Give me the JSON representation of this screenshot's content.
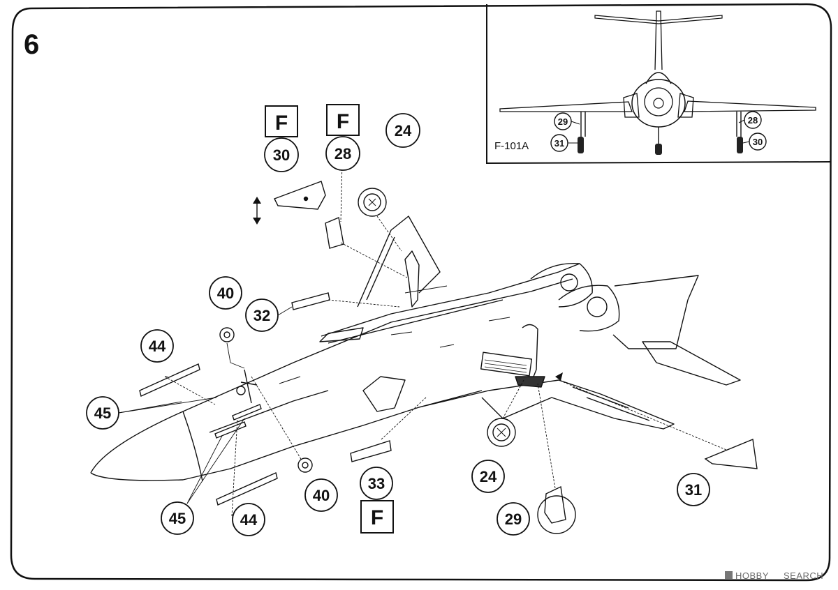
{
  "step_number": "6",
  "inset": {
    "variant_label": "F-101A",
    "callouts": [
      "29",
      "31",
      "28",
      "30"
    ]
  },
  "callouts": {
    "c30": "30",
    "c28": "28",
    "c24_top": "24",
    "c40_top": "40",
    "c32": "32",
    "c44_top": "44",
    "c45_left": "45",
    "c45_bottom": "45",
    "c44_bottom": "44",
    "c40_bottom": "40",
    "c33": "33",
    "c24_bottom": "24",
    "c29": "29",
    "c31": "31"
  },
  "fbox_labels": {
    "f30": "F",
    "f28": "F",
    "f33": "F"
  },
  "watermark": {
    "brand": "HOBBY",
    "suffix": "SEARCH"
  }
}
